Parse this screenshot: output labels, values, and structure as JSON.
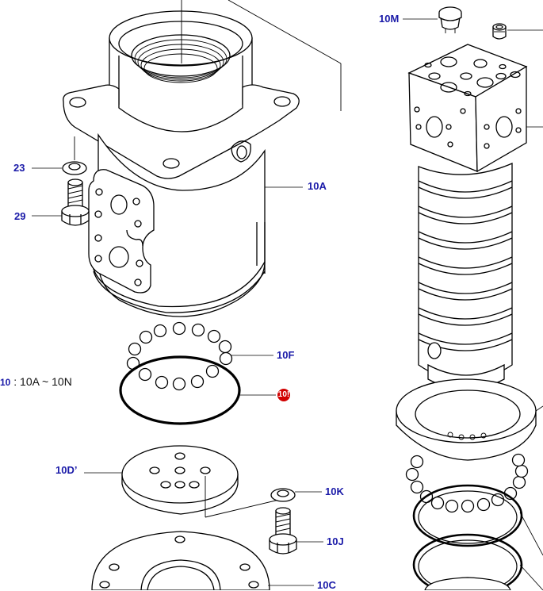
{
  "diagram": {
    "labels": {
      "p10m": "10M",
      "p23": "23",
      "p29": "29",
      "p10a": "10A",
      "p10f": "10F",
      "p10g": "10!",
      "p10d": "10D’",
      "p10k": "10K",
      "p10j": "10J",
      "p10c": "10C"
    },
    "note": {
      "ref": "10",
      "range": ": 10A ~ 10N"
    }
  }
}
